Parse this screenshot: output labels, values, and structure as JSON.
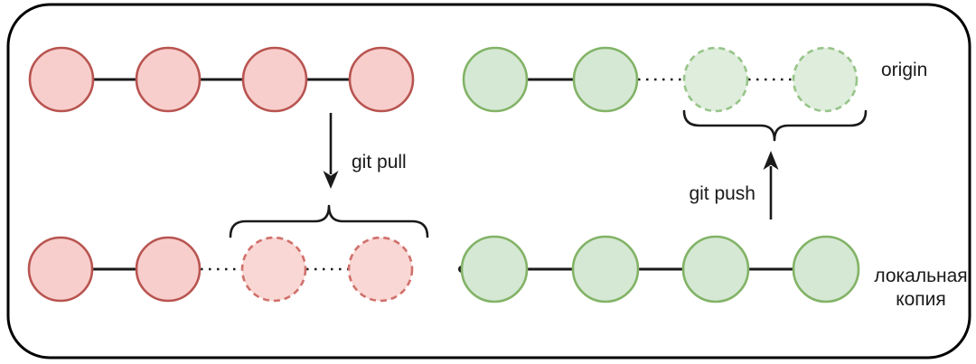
{
  "diagram": {
    "subject": "git pull / git push commit flow",
    "background": "#ffffff",
    "border_color": "#000000"
  },
  "labels": {
    "origin": "origin",
    "local_copy_line1": "локальная",
    "local_copy_line2": "копия",
    "git_pull": "git pull",
    "git_push": "git push"
  },
  "colors": {
    "red_fill": "#f8cecc",
    "red_stroke": "#b85450",
    "red_dashed_fill": "#f9d7d5",
    "red_dashed_stroke": "#d0706a",
    "green_fill": "#d5e8d4",
    "green_stroke": "#82b366",
    "green_dashed_fill": "#dfeddd",
    "green_dashed_stroke": "#97c588",
    "line": "#1a1a1a",
    "text": "#1a1a1a"
  },
  "rows": [
    {
      "id": "pull-source",
      "position": "top-left",
      "palette": "red",
      "label": "",
      "commits": [
        "solid",
        "solid",
        "solid",
        "solid"
      ],
      "connectors": [
        "solid",
        "solid",
        "solid"
      ]
    },
    {
      "id": "pull-result",
      "position": "bottom-left",
      "palette": "red",
      "label": "",
      "commits": [
        "solid",
        "solid",
        "dashed",
        "dashed"
      ],
      "connectors": [
        "solid",
        "dotted",
        "dotted"
      ]
    },
    {
      "id": "push-target",
      "position": "top-right",
      "palette": "green",
      "label": "origin",
      "commits": [
        "solid",
        "solid",
        "dashed",
        "dashed"
      ],
      "connectors": [
        "solid",
        "dotted",
        "dotted"
      ]
    },
    {
      "id": "push-source",
      "position": "bottom-right",
      "palette": "green",
      "label": "локальная копия",
      "commits": [
        "solid",
        "solid",
        "solid",
        "solid"
      ],
      "connectors": [
        "solid",
        "solid",
        "solid"
      ]
    }
  ],
  "arrows": [
    {
      "id": "pull-arrow",
      "label": "git pull",
      "direction": "down",
      "from": "pull-source",
      "to": "pull-result"
    },
    {
      "id": "push-arrow",
      "label": "git push",
      "direction": "up",
      "from": "push-source",
      "to": "push-target"
    }
  ],
  "braces": [
    {
      "id": "pulled-commits-brace",
      "points_to": "pull-arrow",
      "spans": "two dashed commits of pull-result"
    },
    {
      "id": "pushed-commits-brace",
      "points_to": "push-arrow",
      "spans": "two dashed commits of push-target"
    }
  ]
}
